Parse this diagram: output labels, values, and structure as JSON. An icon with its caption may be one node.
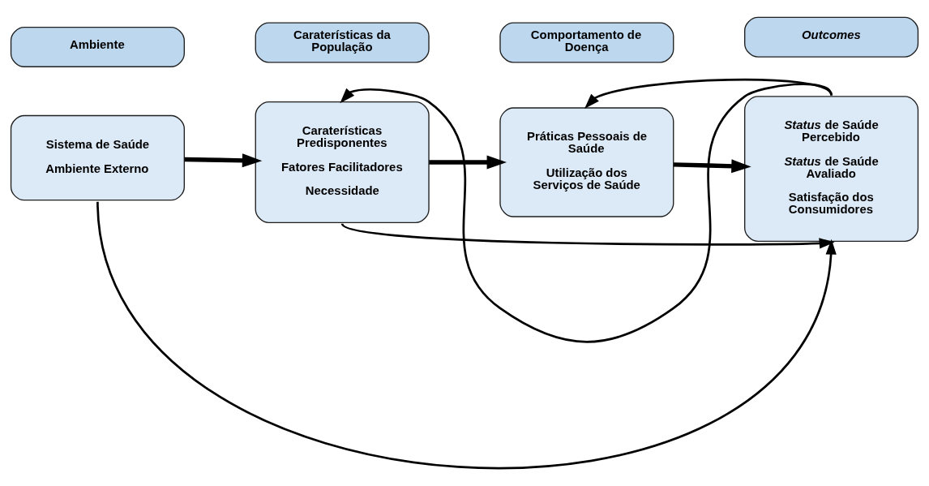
{
  "diagram": {
    "nodes": [
      {
        "text": [
          "Ambiente"
        ]
      },
      {
        "text": [
          "Caraterísticas da População"
        ]
      },
      {
        "text": [
          "Comportamento de Doença"
        ]
      },
      {
        "text": [
          "Outcomes"
        ]
      },
      {
        "text": [
          "Sistema de Saúde",
          "Ambiente Externo"
        ]
      },
      {
        "text": [
          "Caraterísticas Predisponentes",
          "Fatores Facilitadores",
          "Necessidade"
        ]
      },
      {
        "text": [
          "Práticas Pessoais de Saúde",
          "Utilização dos Serviços de Saúde"
        ]
      },
      {
        "text": [
          "*Status* de Saúde Percebido",
          "*Status* de Saúde Avaliado",
          "Satisfação dos Consumidores"
        ]
      }
    ],
    "edges": [
      {
        "from": 4,
        "to": 5,
        "arrow": "to",
        "style": "thick"
      },
      {
        "from": 5,
        "to": 6,
        "arrow": "to",
        "style": "thick"
      },
      {
        "from": 6,
        "to": 7,
        "arrow": "to",
        "style": "thick"
      },
      {
        "from": 7,
        "to": 5,
        "arrow": "to"
      },
      {
        "from": 7,
        "to": 6,
        "arrow": "to"
      },
      {
        "from": 4,
        "to": 7,
        "arrow": "to"
      },
      {
        "from": 5,
        "to": 7,
        "arrow": "to"
      }
    ]
  }
}
